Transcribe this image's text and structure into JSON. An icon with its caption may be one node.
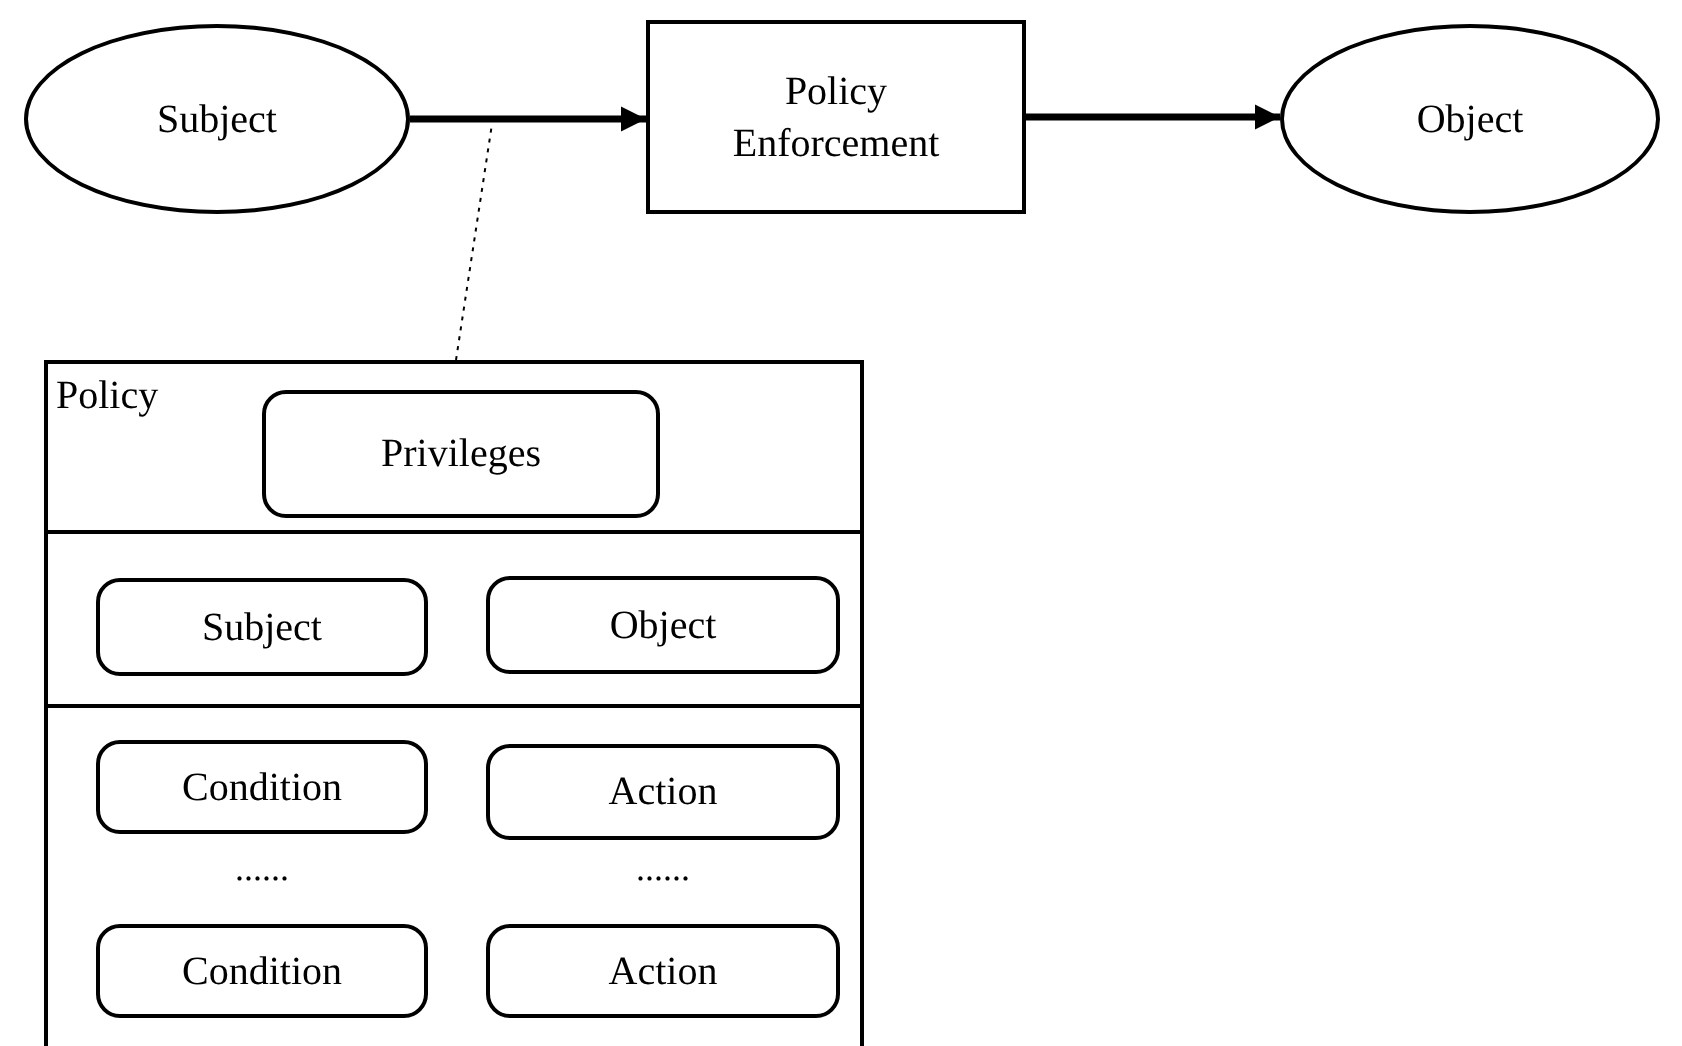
{
  "diagram": {
    "nodes": [
      {
        "text": [
          "Subject"
        ]
      },
      {
        "text": [
          "Policy Enforcement"
        ]
      },
      {
        "text": [
          "Object"
        ]
      },
      {
        "text": [
          "Policy"
        ]
      },
      {
        "text": [
          "Privileges"
        ],
        "in": 3
      },
      {
        "text": [
          "Subject"
        ],
        "in": 3
      },
      {
        "text": [
          "Object"
        ],
        "in": 3
      },
      {
        "text": [
          "Condition"
        ],
        "in": 3
      },
      {
        "text": [
          "Action"
        ],
        "in": 3
      },
      {
        "text": [
          "Condition"
        ],
        "in": 3
      },
      {
        "text": [
          "Action"
        ],
        "in": 3
      }
    ],
    "edges": [
      {
        "from": 0,
        "to": 1,
        "arrow": "to"
      },
      {
        "from": 1,
        "to": 2,
        "arrow": "to"
      },
      {
        "from": 3,
        "to": null,
        "arrow": "none",
        "style": "dashed"
      }
    ],
    "labels": [
      "......",
      "......"
    ]
  }
}
